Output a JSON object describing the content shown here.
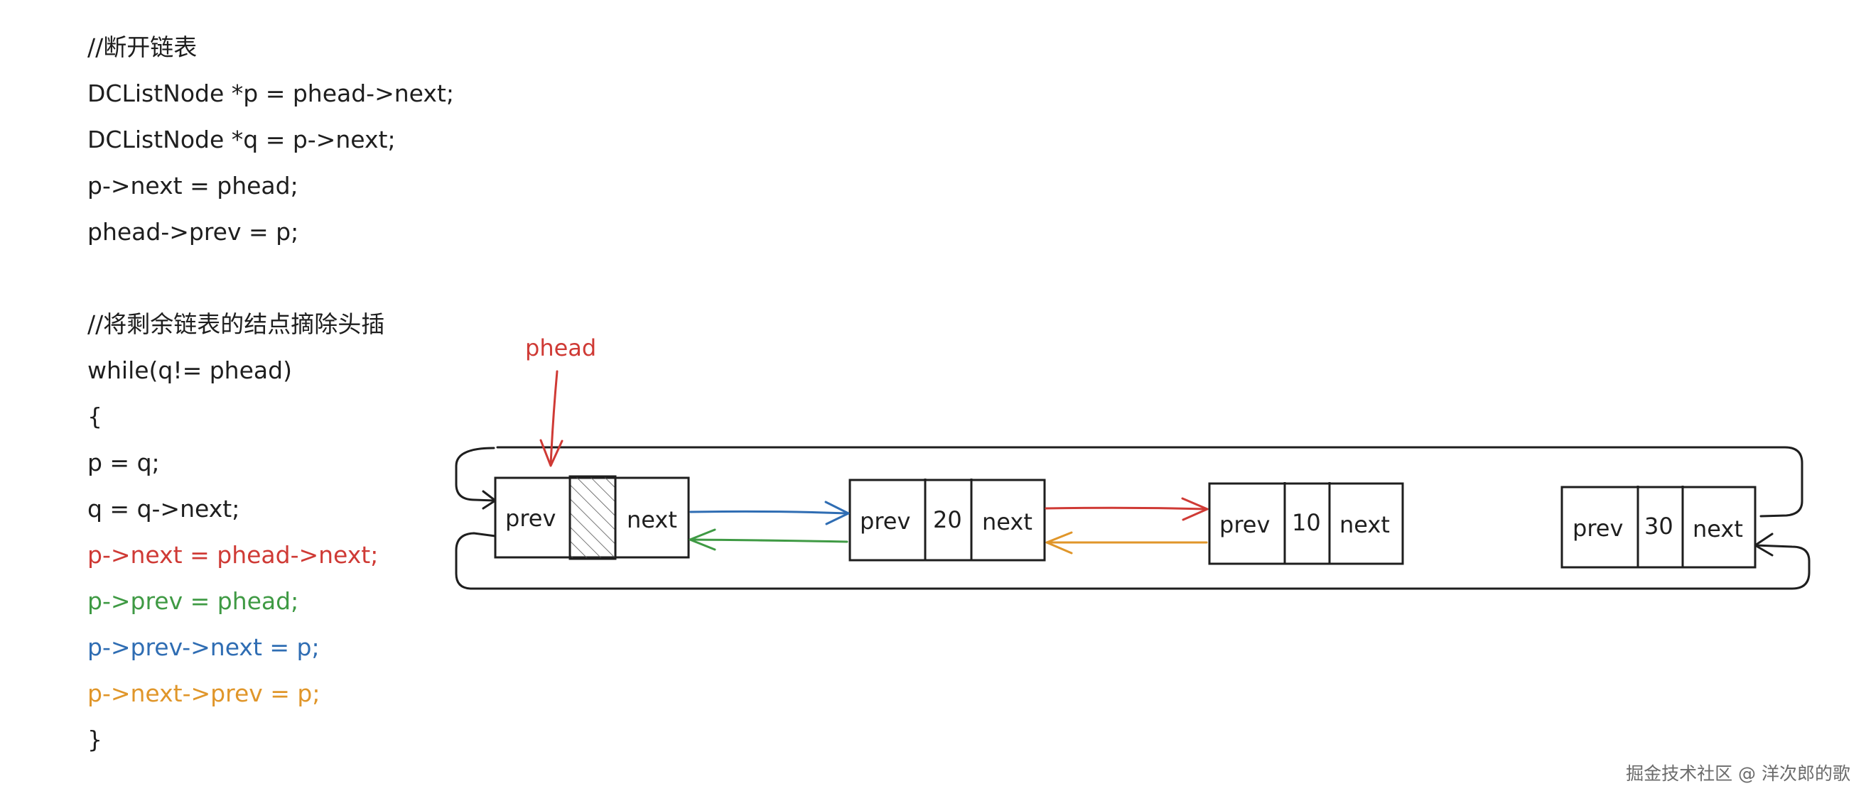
{
  "code": {
    "lines": [
      {
        "text": "//断开链表",
        "color": "#1e1e1e"
      },
      {
        "text": "DCListNode *p = phead->next;",
        "color": "#1e1e1e"
      },
      {
        "text": "DCListNode *q = p->next;",
        "color": "#1e1e1e"
      },
      {
        "text": "p->next = phead;",
        "color": "#1e1e1e"
      },
      {
        "text": "phead->prev = p;",
        "color": "#1e1e1e"
      },
      {
        "text": "",
        "color": "#1e1e1e"
      },
      {
        "text": "//将剩余链表的结点摘除头插",
        "color": "#1e1e1e"
      },
      {
        "text": "while(q!= phead)",
        "color": "#1e1e1e"
      },
      {
        "text": "{",
        "color": "#1e1e1e"
      },
      {
        "text": "p = q;",
        "color": "#1e1e1e"
      },
      {
        "text": "q = q->next;",
        "color": "#1e1e1e"
      },
      {
        "text": "p->next = phead->next;",
        "color": "#cf3a35"
      },
      {
        "text": "p->prev = phead;",
        "color": "#3f9a44"
      },
      {
        "text": "p->prev->next = p;",
        "color": "#2f6db3"
      },
      {
        "text": "p->next->prev = p;",
        "color": "#e0962a"
      },
      {
        "text": "}",
        "color": "#1e1e1e"
      }
    ]
  },
  "diagram": {
    "head_label": "phead",
    "nodes": [
      {
        "prev_label": "prev",
        "value": "",
        "next_label": "next",
        "hatched": true
      },
      {
        "prev_label": "prev",
        "value": "20",
        "next_label": "next",
        "hatched": false
      },
      {
        "prev_label": "prev",
        "value": "10",
        "next_label": "next",
        "hatched": false
      },
      {
        "prev_label": "prev",
        "value": "30",
        "next_label": "next",
        "hatched": false
      }
    ],
    "colors": {
      "stroke": "#1e1e1e",
      "red": "#cf3a35",
      "green": "#3f9a44",
      "blue": "#2f6db3",
      "orange": "#e0962a"
    }
  },
  "watermark": "掘金技术社区 @ 洋次郎的歌"
}
